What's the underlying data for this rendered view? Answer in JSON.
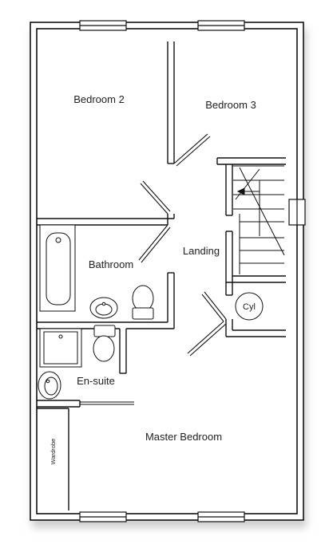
{
  "rooms": {
    "bedroom_2": "Bedroom 2",
    "bedroom_3": "Bedroom 3",
    "bathroom": "Bathroom",
    "landing": "Landing",
    "cylinder": "Cyl",
    "en_suite": "En-suite",
    "master_bedroom": "Master Bedroom",
    "wardrobe": "Wardrobe"
  },
  "colors": {
    "wall": "#111111",
    "background": "#ffffff",
    "shadow": "#d9d9d9"
  }
}
